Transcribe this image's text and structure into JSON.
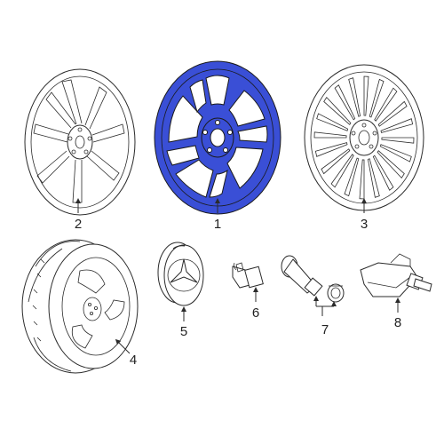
{
  "callouts": [
    {
      "id": "1",
      "text": "1"
    },
    {
      "id": "2",
      "text": "2"
    },
    {
      "id": "3",
      "text": "3"
    },
    {
      "id": "4",
      "text": "4"
    },
    {
      "id": "5",
      "text": "5"
    },
    {
      "id": "6",
      "text": "6"
    },
    {
      "id": "7",
      "text": "7"
    },
    {
      "id": "8",
      "text": "8"
    }
  ],
  "colors": {
    "highlight": "#3a4fd6",
    "line": "#2b2b2b",
    "background": "#ffffff"
  }
}
